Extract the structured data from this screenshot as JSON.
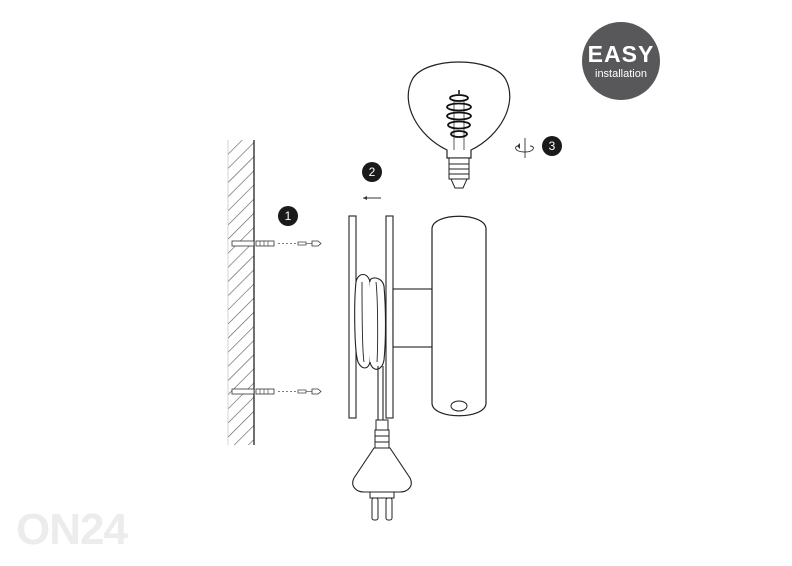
{
  "badge": {
    "title": "EASY",
    "subtitle": "installation"
  },
  "steps": [
    {
      "number": "1"
    },
    {
      "number": "2"
    },
    {
      "number": "3"
    }
  ],
  "watermark": {
    "text": "ON24"
  },
  "icons": {
    "step2": "arrow-left-icon",
    "step3": "rotate-icon",
    "wall": "wall-hatched",
    "bulb": "globe-filament-bulb",
    "lamp": "wall-lamp-cylinder",
    "plug": "euro-plug"
  }
}
